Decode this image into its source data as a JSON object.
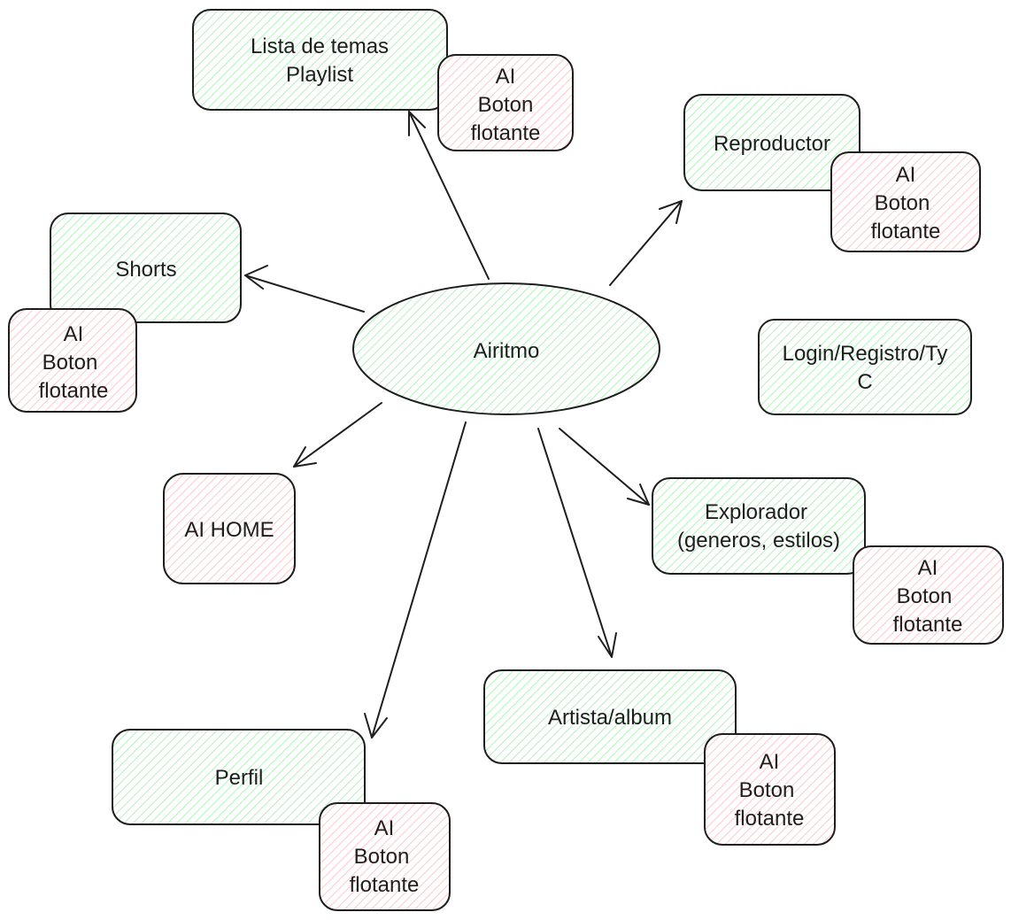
{
  "diagram": {
    "center": {
      "label": "Airitmo"
    },
    "screens": [
      {
        "id": "playlist",
        "lines": [
          "Lista de temas",
          "Playlist"
        ],
        "kind": "screen"
      },
      {
        "id": "reproductor",
        "lines": [
          "Reproductor"
        ],
        "kind": "screen"
      },
      {
        "id": "shorts",
        "lines": [
          "Shorts"
        ],
        "kind": "screen"
      },
      {
        "id": "login",
        "lines": [
          "Login/Registro/Ty",
          "C"
        ],
        "kind": "screen"
      },
      {
        "id": "ai-home",
        "lines": [
          "AI HOME"
        ],
        "kind": "ai"
      },
      {
        "id": "explorador",
        "lines": [
          "Explorador",
          "(generos, estilos)"
        ],
        "kind": "screen"
      },
      {
        "id": "artista",
        "lines": [
          "Artista/album"
        ],
        "kind": "screen"
      },
      {
        "id": "perfil",
        "lines": [
          "Perfil"
        ],
        "kind": "screen"
      }
    ],
    "ai_badges": [
      {
        "id": "ai-playlist",
        "lines": [
          "AI",
          "Boton",
          "flotante"
        ]
      },
      {
        "id": "ai-reproductor",
        "lines": [
          "AI",
          "Boton",
          "flotante"
        ]
      },
      {
        "id": "ai-shorts",
        "lines": [
          "AI",
          "Boton",
          "flotante"
        ]
      },
      {
        "id": "ai-explorador",
        "lines": [
          "AI",
          "Boton",
          "flotante"
        ]
      },
      {
        "id": "ai-artista",
        "lines": [
          "AI",
          "Boton",
          "flotante"
        ]
      },
      {
        "id": "ai-perfil",
        "lines": [
          "AI",
          "Boton",
          "flotante"
        ]
      }
    ],
    "colors": {
      "screen_fill": "#b2f2bb",
      "ai_fill": "#ffc9c9",
      "stroke": "#1e1e1e",
      "background": "#ffffff"
    }
  }
}
